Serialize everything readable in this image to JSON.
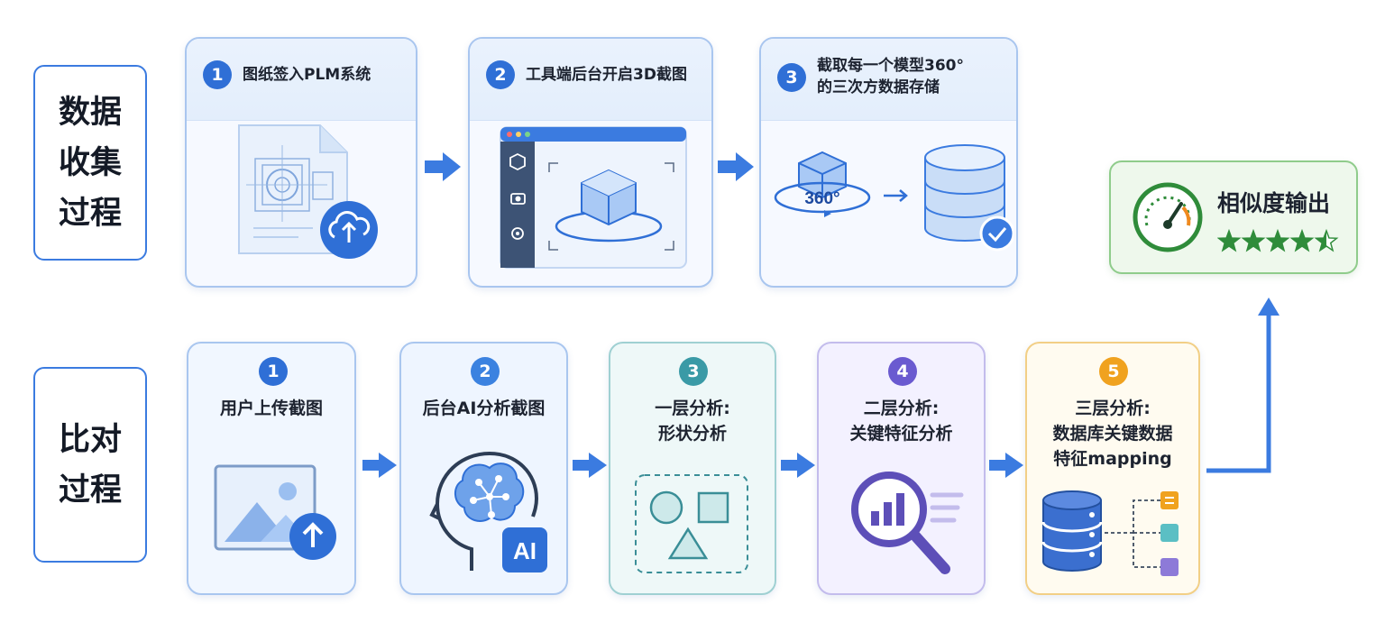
{
  "side_labels": {
    "collect": "数据\n收集\n过程",
    "compare": "比对\n过程"
  },
  "top_steps": [
    {
      "num": "1",
      "title": "图纸签入PLM系统",
      "icon": "blueprint-upload-icon"
    },
    {
      "num": "2",
      "title": "工具端后台开启3D截图",
      "icon": "3d-capture-window-icon"
    },
    {
      "num": "3",
      "title": "截取每一个模型360°\n的三次方数据存储",
      "icon": "360-database-icon",
      "badge": "360°"
    }
  ],
  "bottom_steps": [
    {
      "num": "1",
      "title": "用户上传截图",
      "icon": "image-upload-icon",
      "color": "#2f6fd6"
    },
    {
      "num": "2",
      "title": "后台AI分析截图",
      "icon": "ai-brain-icon",
      "color": "#3b82e0",
      "badge": "AI"
    },
    {
      "num": "3",
      "title": "一层分析:\n形状分析",
      "icon": "shapes-icon",
      "color": "#3a9aa6"
    },
    {
      "num": "4",
      "title": "二层分析:\n关键特征分析",
      "icon": "magnifier-chart-icon",
      "color": "#6a5ad0"
    },
    {
      "num": "5",
      "title": "三层分析:\n数据库关键数据\n特征mapping",
      "icon": "database-mapping-icon",
      "color": "#f0a21f"
    }
  ],
  "result": {
    "title": "相似度输出",
    "icon": "speedometer-icon",
    "rating": 4.5,
    "rating_max": 5
  },
  "colors": {
    "accent": "#3b7be0",
    "top_num": "#2f6fd6",
    "success": "#2f8c3a",
    "star": "#2f8c3a"
  }
}
